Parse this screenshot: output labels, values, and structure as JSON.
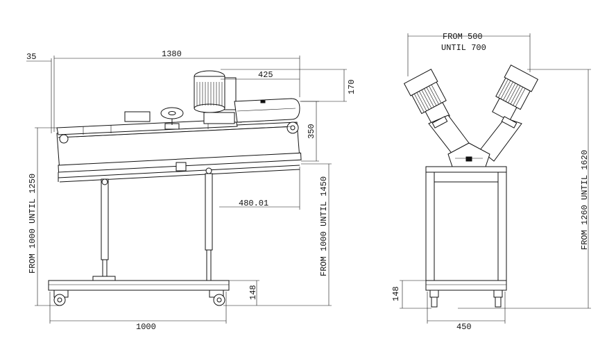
{
  "side_view": {
    "dim_overall_length": "1380",
    "dim_top_offset": "35",
    "dim_motor_offset": "425",
    "dim_motor_height": "170",
    "dim_belt_height": "350",
    "dim_stand_offset": "480.01",
    "dim_height_range": "FROM 1000 UNTIL 1250",
    "dim_height_range_2": "FROM 1000 UNTIL 1450",
    "dim_base_height": "148",
    "dim_base_width": "1000"
  },
  "front_view": {
    "dim_span_line1": "FROM 500",
    "dim_span_line2": "UNTIL 700",
    "dim_height_range": "FROM 1260 UNTIL 1620",
    "dim_base_height": "148",
    "dim_base_width": "450"
  }
}
